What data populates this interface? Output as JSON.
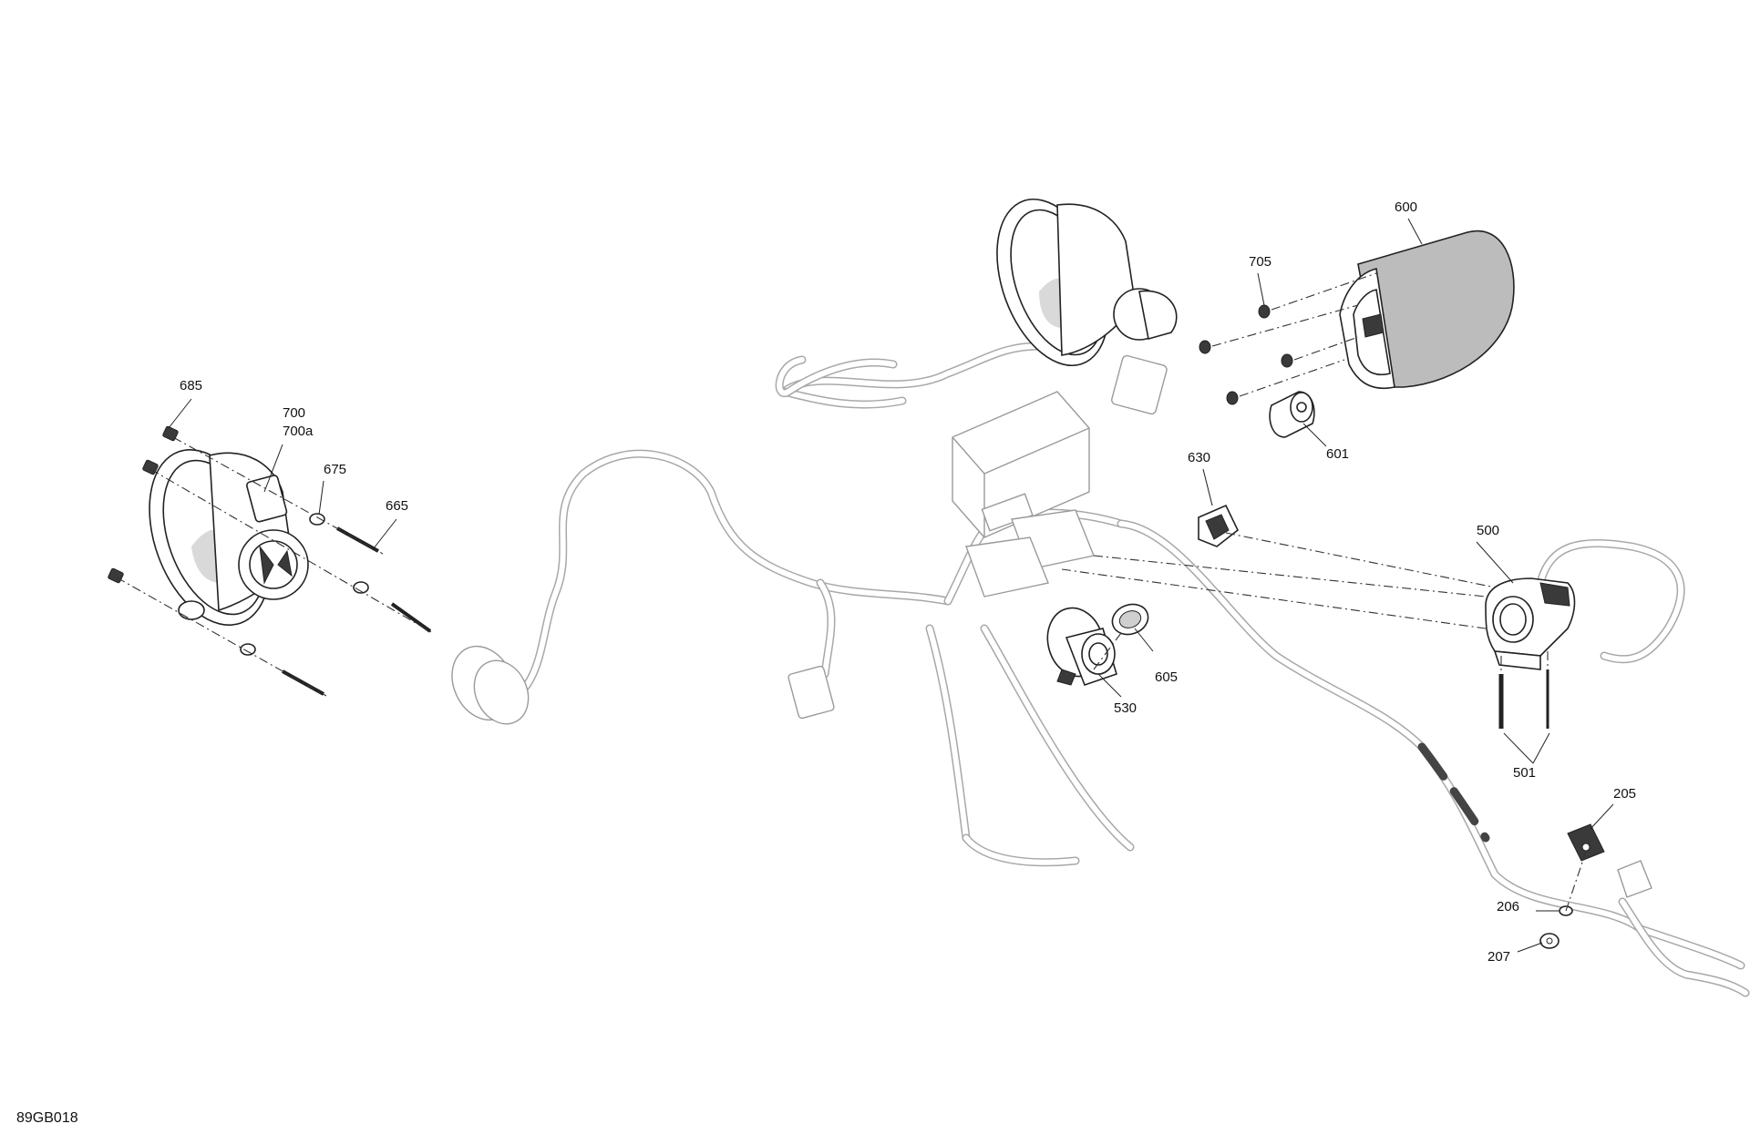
{
  "diagram": {
    "reference_code": "89GB018",
    "labels": {
      "p685": "685",
      "p700": "700",
      "p700a": "700a",
      "p675": "675",
      "p665": "665",
      "p600": "600",
      "p705": "705",
      "p601": "601",
      "p630": "630",
      "p500": "500",
      "p605": "605",
      "p530": "530",
      "p501": "501",
      "p205": "205",
      "p206": "206",
      "p207": "207"
    }
  }
}
